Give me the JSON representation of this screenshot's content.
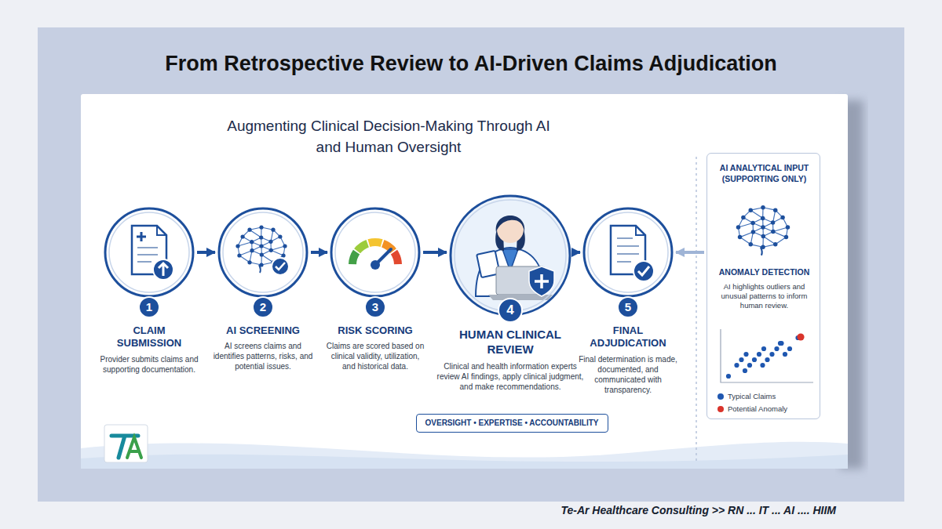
{
  "diagram": {
    "title": "From Retrospective Review to AI-Driven Claims Adjudication",
    "caption": "Te-Ar Healthcare Consulting >> RN ... IT ... AI .... HIIM",
    "nodes": [
      {
        "text": [
          "Augmenting Clinical Decision-Making Through AI and Human Oversight"
        ]
      },
      {
        "text": [
          "1",
          "CLAIM SUBMISSION",
          "Provider submits claims and supporting documentation."
        ],
        "in": 0
      },
      {
        "text": [
          "2",
          "AI SCREENING",
          "AI screens claims and identifies patterns, risks, and potential issues."
        ],
        "in": 0
      },
      {
        "text": [
          "3",
          "RISK SCORING",
          "Claims are scored based on clinical validity, utilization, and historical data."
        ],
        "in": 0
      },
      {
        "text": [
          "4",
          "HUMAN CLINICAL REVIEW",
          "Clinical and health information experts review AI findings, apply clinical judgment, and make recommendations."
        ],
        "in": 0
      },
      {
        "text": [
          "OVERSIGHT • EXPERTISE • ACCOUNTABILITY"
        ],
        "in": 0
      },
      {
        "text": [
          "5",
          "FINAL ADJUDICATION",
          "Final determination is made, documented, and communicated with transparency."
        ],
        "in": 0
      },
      {
        "text": [
          "AI ANALYTICAL INPUT (SUPPORTING ONLY)",
          "ANOMALY DETECTION",
          "AI highlights outliers and unusual patterns to inform human review."
        ],
        "in": 0
      }
    ],
    "edges": [
      {
        "from": 1,
        "to": 2,
        "arrow": "to"
      },
      {
        "from": 2,
        "to": 3,
        "arrow": "to"
      },
      {
        "from": 3,
        "to": 4,
        "arrow": "to"
      },
      {
        "from": 4,
        "to": 6,
        "arrow": "to"
      },
      {
        "from": 7,
        "to": 6,
        "arrow": "to"
      }
    ],
    "legend": [
      {
        "text": "Typical Claims",
        "color": "#1f57b0"
      },
      {
        "text": "Potential Anomaly",
        "color": "#d9342b"
      }
    ]
  }
}
